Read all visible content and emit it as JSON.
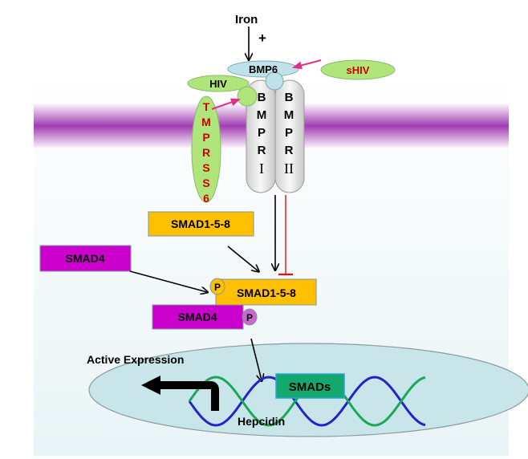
{
  "labels": {
    "iron": "Iron",
    "plus": "+",
    "bmp6": "BMP6",
    "shiv": "sHIV",
    "hiv": "HIV",
    "tmprss6": [
      "T",
      "M",
      "P",
      "R",
      "S",
      "S",
      "6"
    ],
    "bmpr1": [
      "B",
      "M",
      "P",
      "R",
      "I"
    ],
    "bmpr2": [
      "B",
      "M",
      "P",
      "R",
      "II"
    ],
    "smad158_top": "SMAD1-5-8",
    "smad4_left": "SMAD4",
    "smad158_complex": "SMAD1-5-8",
    "smad4_complex": "SMAD4",
    "phospho": "P",
    "active_expression": "Active Expression",
    "smads_nucleus": "SMADs",
    "hepcidin": "Hepcidin"
  },
  "colors": {
    "membrane_top": "#ffffff",
    "membrane_mid": "#9b2fae",
    "smad158": "#ffc000",
    "smad4": "#cc00cc",
    "green_pill": "#b0e57c",
    "green_dark": "#8fd16a",
    "tmprss_text": "#cc0000",
    "shiv_text": "#cc0000",
    "receptor": "#e8e8e8",
    "bmp6": "#bfe2ea",
    "nucleus": "#c8e6ea",
    "smads_box": "#12a86e",
    "dna_blue": "#2323c8",
    "dna_green": "#1aa858",
    "inhibit": "#e01010",
    "pink_arrow": "#e0308a"
  }
}
